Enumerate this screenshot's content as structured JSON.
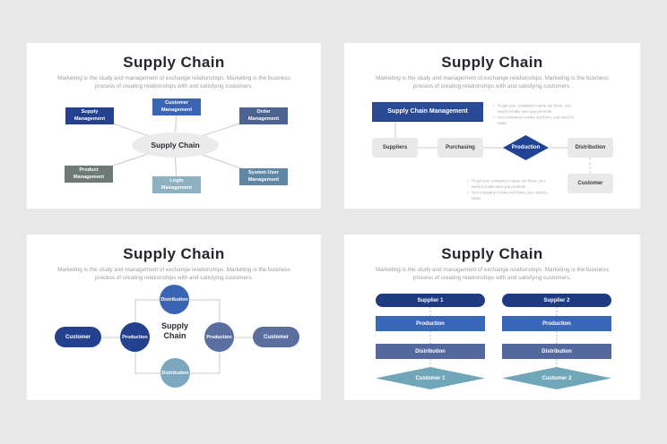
{
  "window": {
    "background": "#e8e8e8",
    "card_background": "#ffffff"
  },
  "theme": {
    "title_color": "#26262e",
    "subtitle_color": "#9c9c9c",
    "connector_color": "#c9c9c9",
    "navy": "#24418f",
    "royal_blue": "#3a64b4",
    "slate_blue": "#4d6492",
    "sage_gray": "#6e7a74",
    "light_blue": "#8fb0be",
    "steel_blue": "#5f87a5",
    "teal_steel": "#6fa6b8",
    "gray_box": "#e9e9e9",
    "diamond_blue": "#1f4496"
  },
  "common": {
    "title": "Supply Chain",
    "subtitle": "Marketing is the study and management of exchange relationships. Marketing is the business process of creating relationships with and satisfying customers."
  },
  "slide1": {
    "center_label": "Supply Chain",
    "nodes": {
      "supply": "Supply Management",
      "customer": "Customer Management",
      "order": "Order Management",
      "product": "Product Management",
      "login": "Login Management",
      "system_user": "System User Management"
    }
  },
  "slide2": {
    "header_box": "Supply Chain Management",
    "top_bullets": [
      "To get your company's name out there, you need to make sure you promote.",
      "Your company's name out there, you need to make."
    ],
    "flow": {
      "step1": "Suppliers",
      "step2": "Purchasing",
      "step3": "Production",
      "step4": "Distribution",
      "step5": "Customer"
    },
    "bottom_bullets": [
      "To get your company's name out there, you need to make sure you promote.",
      "Your company's name out there, you need to make."
    ]
  },
  "slide3": {
    "center_line1": "Supply",
    "center_line2": "Chain",
    "top_circle": "Distribution",
    "left_circle": "Production",
    "right_circle": "Production",
    "bottom_circle": "Distribution",
    "left_pill": "Customer",
    "right_pill": "Customer"
  },
  "slide4": {
    "columns": [
      {
        "supplier": "Supplier 1",
        "production": "Production",
        "distribution": "Distribution",
        "customer": "Customer 1"
      },
      {
        "supplier": "Supplier 2",
        "production": "Production",
        "distribution": "Distribution",
        "customer": "Customer 2"
      }
    ]
  }
}
